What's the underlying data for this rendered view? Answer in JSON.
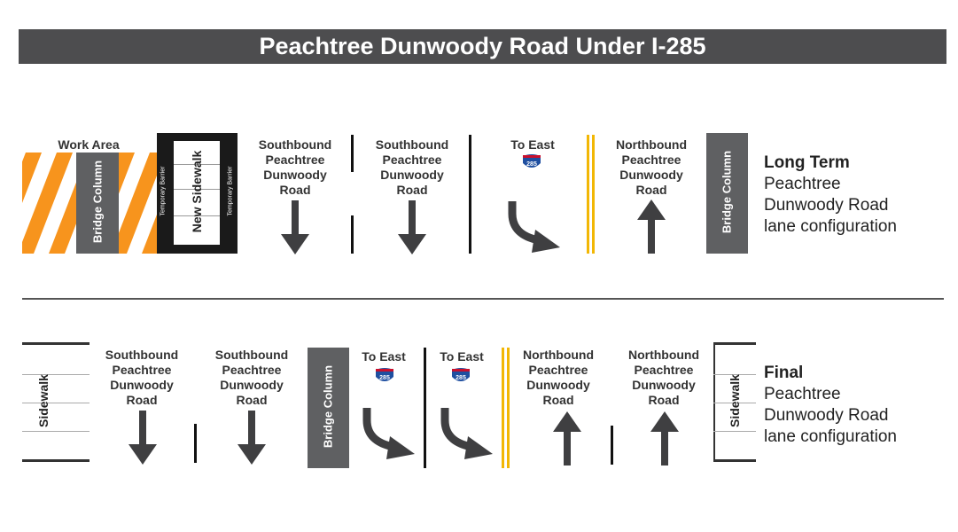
{
  "title": "Peachtree Dunwoody Road Under I-285",
  "colors": {
    "title_bg": "#4d4d4f",
    "work_stripe": "#f7941d",
    "bridge": "#5f6062",
    "arrow": "#3f3f41",
    "yellow_line": "#f2b705"
  },
  "long_term": {
    "work_area": "Work Area",
    "bridge_left": "Bridge Column",
    "barrier_left": "Temporary Barrier",
    "new_sidewalk": "New Sidewalk",
    "barrier_right": "Temporary Barrier",
    "lane1": "Southbound\nPeachtree\nDunwoody\nRoad",
    "lane2": "Southbound\nPeachtree\nDunwoody\nRoad",
    "lane3": "To East",
    "shield": "285",
    "lane4": "Northbound\nPeachtree\nDunwoody\nRoad",
    "bridge_right": "Bridge Column",
    "caption_title": "Long Term",
    "caption_lines": [
      "Peachtree",
      "Dunwoody Road",
      "lane configuration"
    ]
  },
  "final": {
    "sidewalk_left": "Sidewalk",
    "lane1": "Southbound\nPeachtree\nDunwoody\nRoad",
    "lane2": "Southbound\nPeachtree\nDunwoody\nRoad",
    "bridge": "Bridge Column",
    "lane3": "To East",
    "lane4": "To East",
    "shield": "285",
    "lane5": "Northbound\nPeachtree\nDunwoody\nRoad",
    "lane6": "Northbound\nPeachtree\nDunwoody\nRoad",
    "sidewalk_right": "Sidewalk",
    "caption_title": "Final",
    "caption_lines": [
      "Peachtree",
      "Dunwoody Road",
      "lane configuration"
    ]
  }
}
